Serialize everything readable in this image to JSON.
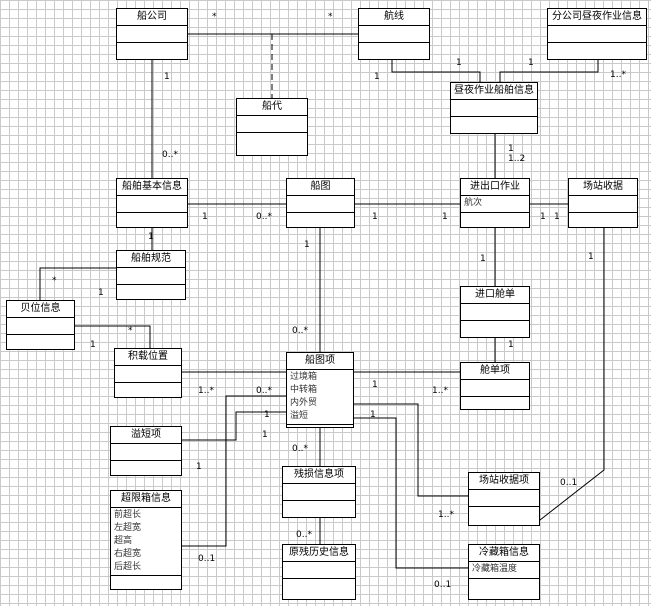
{
  "classes": {
    "company": {
      "title": "船公司"
    },
    "route": {
      "title": "航线"
    },
    "branch_night": {
      "title": "分公司昼夜作业信息"
    },
    "agent": {
      "title": "船代"
    },
    "night_ship": {
      "title": "昼夜作业船舶信息"
    },
    "ship_basic": {
      "title": "船舶基本信息"
    },
    "stowage_plan": {
      "title": "船图"
    },
    "port_op": {
      "title": "进出口作业",
      "attrs": [
        "航次"
      ]
    },
    "yard_receipt": {
      "title": "场站收据"
    },
    "ship_spec": {
      "title": "船舶规范"
    },
    "bay_info": {
      "title": "贝位信息"
    },
    "import_manifest": {
      "title": "进口舱单"
    },
    "load_position": {
      "title": "积载位置"
    },
    "plan_item": {
      "title": "船图项",
      "attrs": [
        "过境箱",
        "中转箱",
        "内外贸",
        "溢短"
      ]
    },
    "manifest_item": {
      "title": "舱单项"
    },
    "shortage_item": {
      "title": "溢短项"
    },
    "oog_info": {
      "title": "超限箱信息",
      "attrs": [
        "前超长",
        "左超宽",
        "超高",
        "右超宽",
        "后超长"
      ]
    },
    "damage_info": {
      "title": "残损信息项"
    },
    "yard_item": {
      "title": "场站收据项"
    },
    "damage_history": {
      "title": "原残历史信息"
    },
    "reefer_info": {
      "title": "冷藏箱信息",
      "attrs": [
        "冷藏箱温度"
      ]
    }
  },
  "multiplicities": {
    "m1": "*",
    "m2": "*",
    "m3": "1",
    "m4": "1",
    "m5": "1",
    "m6": "1",
    "m7": "1..*",
    "m8": "0..*",
    "m9": "1",
    "m10": "1..2",
    "m11": "1",
    "m12": "0..*",
    "m13": "1",
    "m14": "1",
    "m15": "1",
    "m16": "1",
    "m17": "1",
    "m18": "*",
    "m19": "1",
    "m20": "1",
    "m21": "0..*",
    "m22": "1",
    "m23": "*",
    "m24": "1..*",
    "m25": "0..*",
    "m26": "1",
    "m27": "1",
    "m28": "1..*",
    "m29": "1",
    "m30": "1",
    "m31": "1",
    "m32": "1",
    "m33": "0..*",
    "m34": "0..*",
    "m35": "1..*",
    "m36": "1",
    "m37": "0..1",
    "m38": "0..1",
    "m39": "0..1",
    "m40": "1"
  }
}
